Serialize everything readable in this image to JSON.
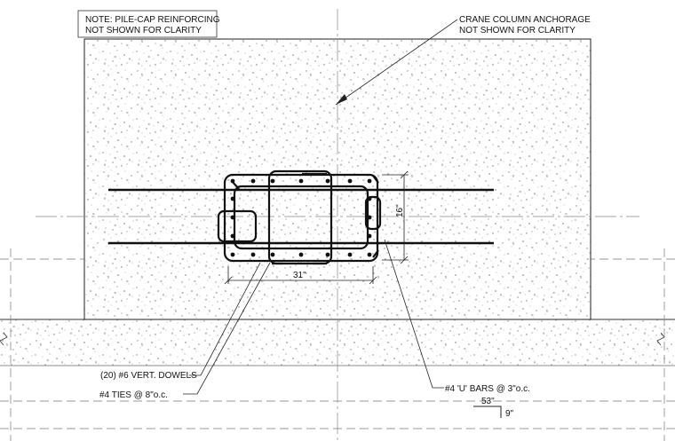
{
  "notes": {
    "pile_cap_line1": "NOTE: PILE-CAP REINFORCING",
    "pile_cap_line2": "NOT SHOWN FOR CLARITY",
    "anchorage_line1": "CRANE COLUMN ANCHORAGE",
    "anchorage_line2": "NOT SHOWN FOR CLARITY"
  },
  "callouts": {
    "dowels": "(20) #6 VERT. DOWELS",
    "ties": "#4 TIES @ 8\"o.c.",
    "u_bars": "#4 'U' BARS @ 3\"o.c."
  },
  "dimensions": {
    "width": "31\"",
    "height": "16\"",
    "bar_length": "53\"",
    "bar_leg": "9\""
  }
}
